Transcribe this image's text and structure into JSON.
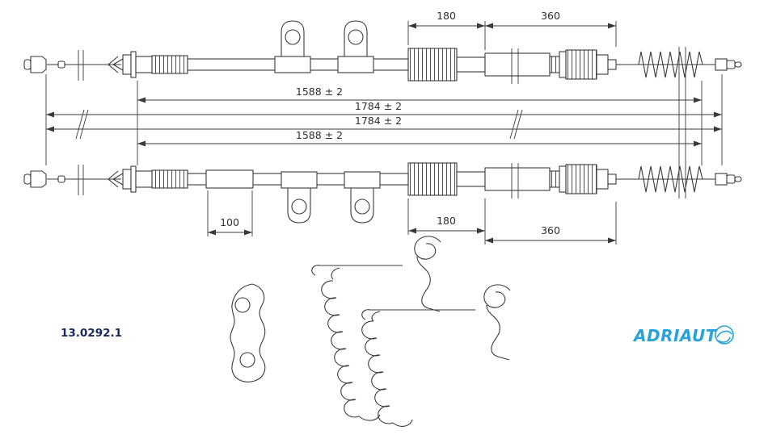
{
  "drawing": {
    "part_number": "13.0292.1",
    "brand": "ADRIAUTO",
    "dimensions": {
      "upper_adjuster_length": "180",
      "upper_tube_length": "360",
      "upper_cable_inner": "1588 ± 2",
      "upper_cable_total": "1784 ± 2",
      "lower_cable_total": "1784 ± 2",
      "lower_cable_inner": "1588 ± 2",
      "lower_sleeve_length": "100",
      "lower_adjuster_length": "180",
      "lower_tube_length": "360"
    },
    "colors": {
      "line": "#3a3a3a",
      "brand_blue": "#29a3d7",
      "part_number": "#17265e"
    }
  }
}
